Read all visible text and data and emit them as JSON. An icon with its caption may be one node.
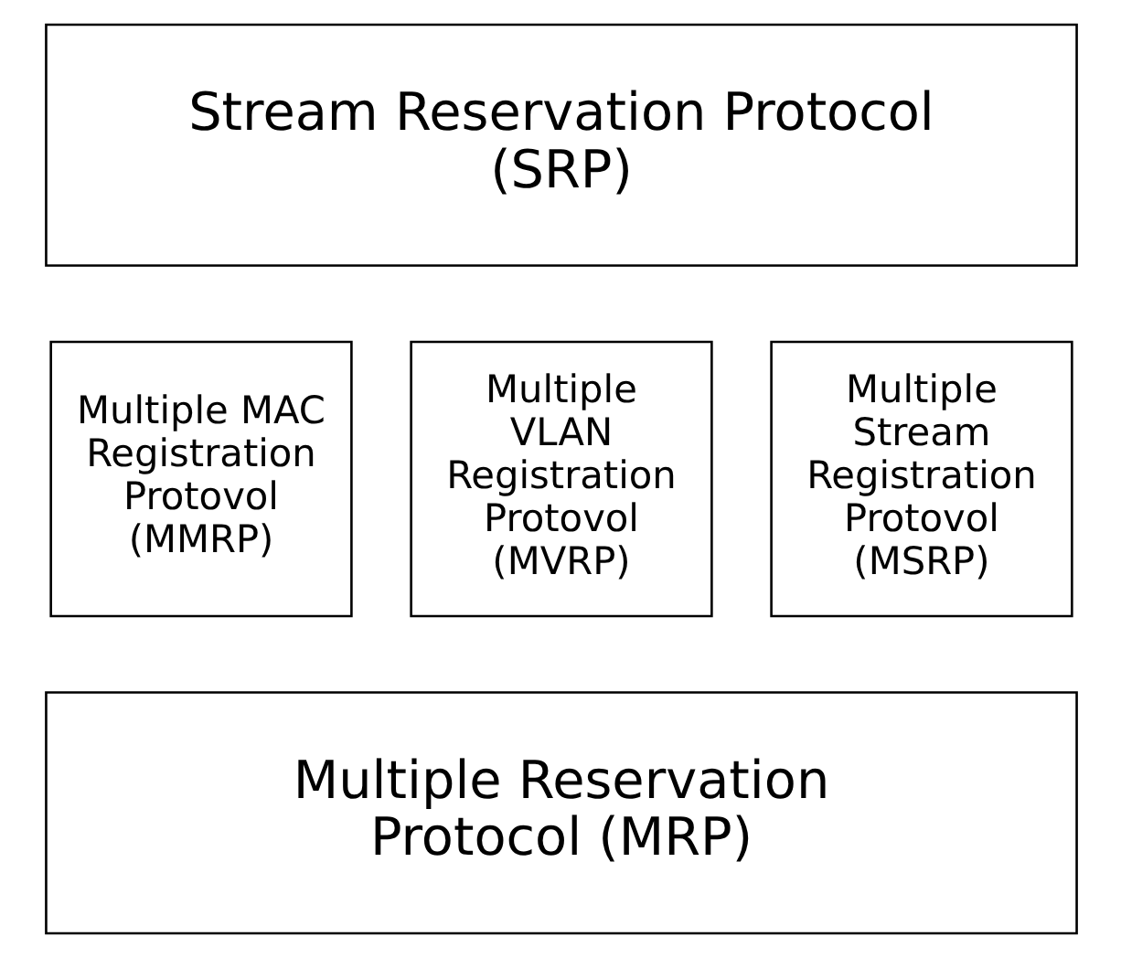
{
  "diagram": {
    "nodes": [
      {
        "text": [
          "Stream Reservation Protocol (SRP)"
        ]
      },
      {
        "text": [
          "Multiple MAC Registration Protovol (MMRP)"
        ]
      },
      {
        "text": [
          "Multiple VLAN Registration Protovol (MVRP)"
        ]
      },
      {
        "text": [
          "Multiple Stream Registration Protovol (MSRP)"
        ]
      },
      {
        "text": [
          "Multiple Reservation Protocol (MRP)"
        ]
      }
    ],
    "edges": []
  }
}
